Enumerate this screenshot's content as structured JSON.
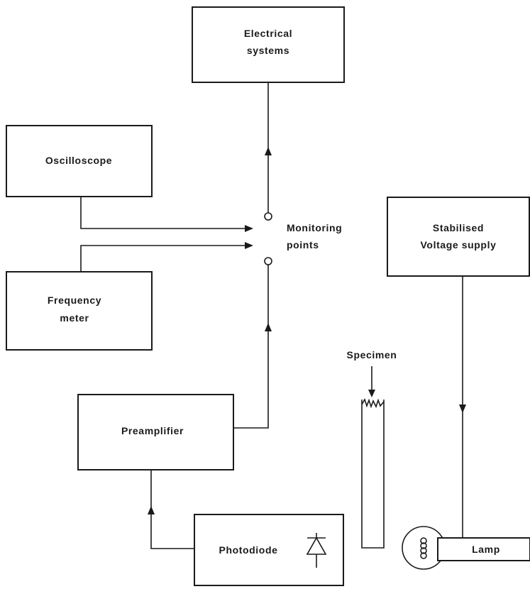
{
  "blocks": {
    "electrical_systems": {
      "line1": "Electrical",
      "line2": "systems"
    },
    "oscilloscope": {
      "label": "Oscilloscope"
    },
    "frequency_meter": {
      "line1": "Frequency",
      "line2": "meter"
    },
    "stabilised_supply": {
      "line1": "Stabilised",
      "line2": "Voltage supply"
    },
    "preamplifier": {
      "label": "Preamplifier"
    },
    "photodiode": {
      "label": "Photodiode"
    },
    "lamp": {
      "label": "Lamp"
    }
  },
  "labels": {
    "monitoring_line1": "Monitoring",
    "monitoring_line2": "points",
    "specimen": "Specimen"
  },
  "colors": {
    "ink": "#1a1a1a",
    "paper": "#ffffff"
  }
}
